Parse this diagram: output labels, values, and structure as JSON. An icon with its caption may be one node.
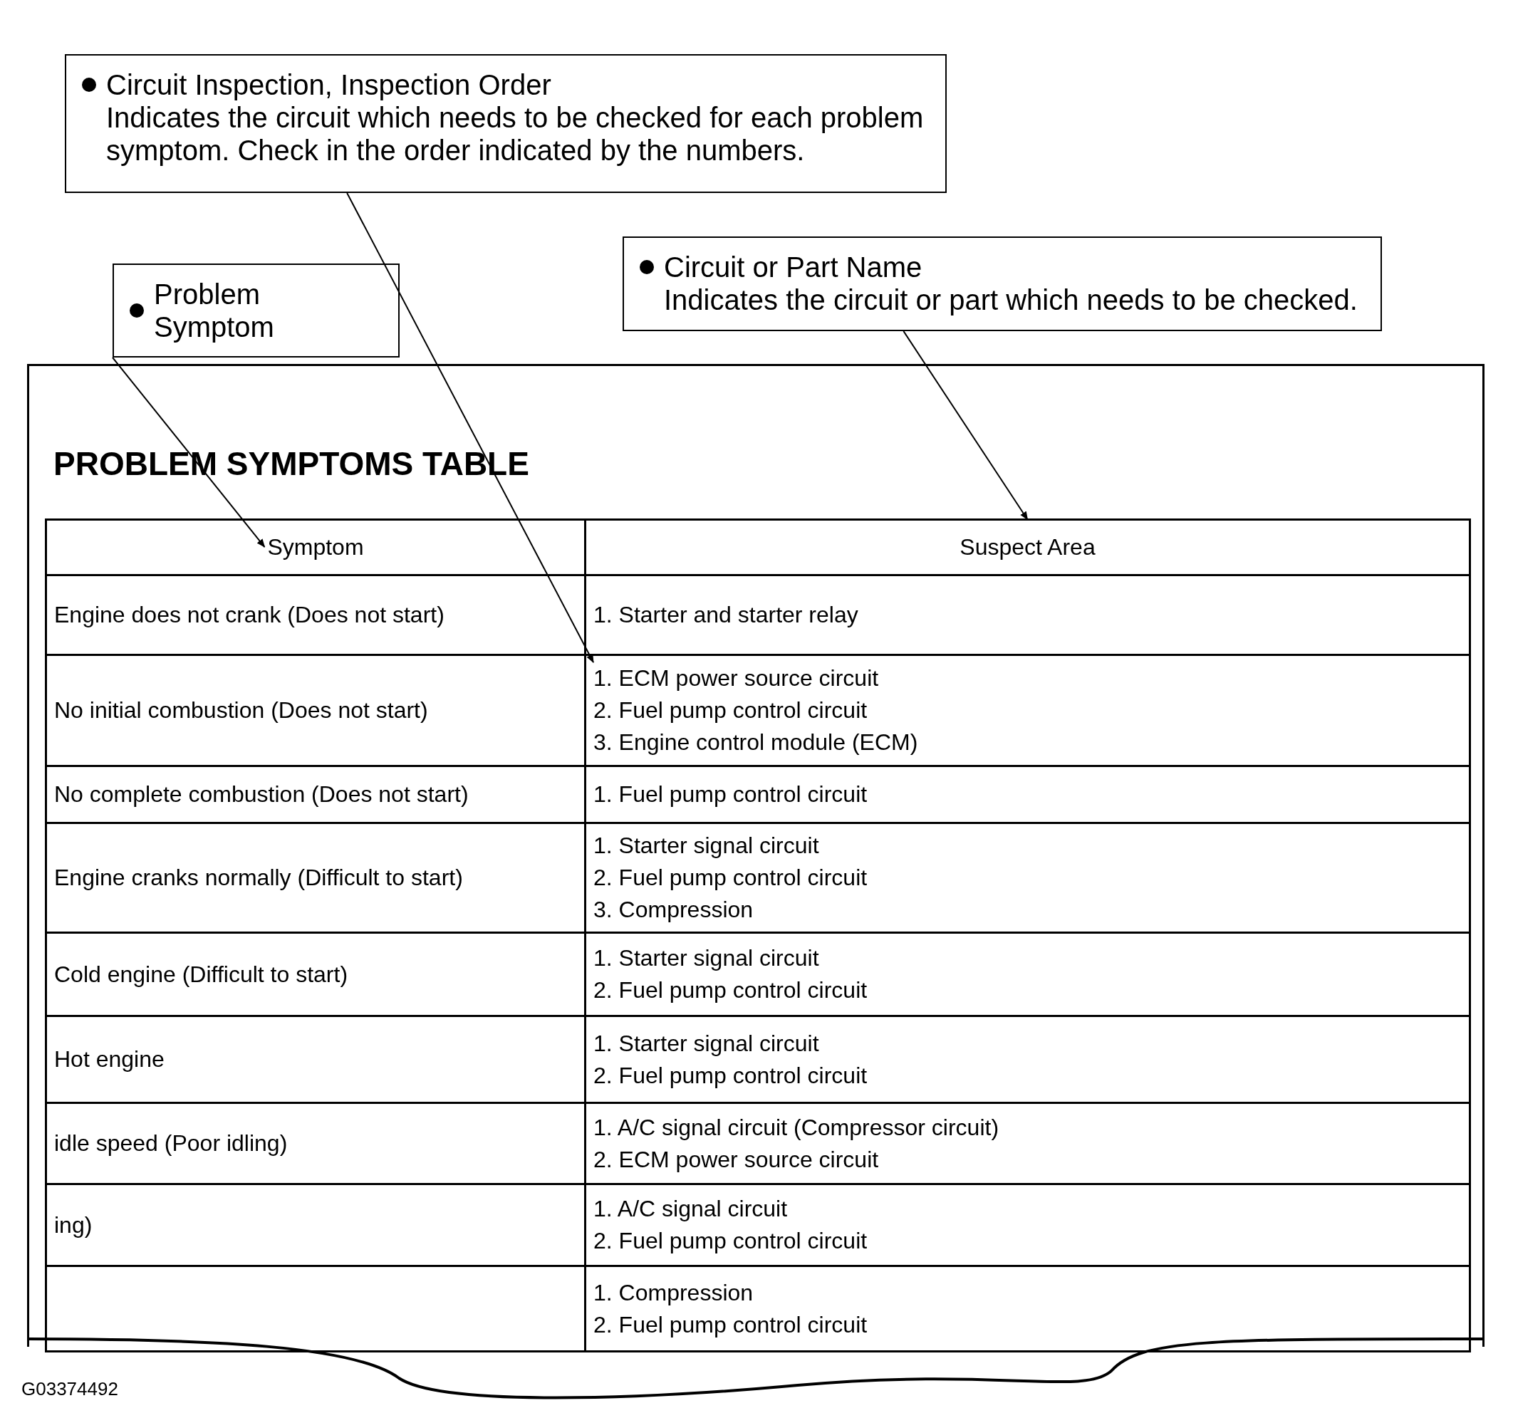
{
  "diagram": {
    "nodes": [
      {
        "text": [
          "Circuit Inspection, Inspection Order",
          "Indicates the circuit which needs to be checked for each problem symptom. Check in the order indicated by the numbers."
        ]
      },
      {
        "text": [
          "Problem Symptom"
        ]
      },
      {
        "text": [
          "Circuit or Part Name",
          "Indicates the circuit or part which needs to be checked."
        ]
      },
      {
        "text": [
          "PROBLEM SYMPTOMS TABLE"
        ]
      },
      {
        "text": [
          "Symptom"
        ],
        "in": 3
      },
      {
        "text": [
          "Suspect Area"
        ],
        "in": 3
      },
      {
        "text": [
          "1. ECM power source circuit"
        ],
        "in": 3
      }
    ],
    "edges": [
      {
        "from": 0,
        "to": 6,
        "arrow": "to"
      },
      {
        "from": 1,
        "to": 4,
        "arrow": "to"
      },
      {
        "from": 2,
        "to": 5,
        "arrow": "to"
      }
    ],
    "labels": [
      "Engine does not crank (Does not start)",
      "1. Starter and starter relay",
      "No initial combustion (Does not start)",
      "2. Fuel pump control circuit",
      "3. Engine control module (ECM)",
      "No complete combustion (Does not start)",
      "1. Fuel pump control circuit",
      "Engine cranks normally (Difficult to start)",
      "1. Starter signal circuit",
      "2. Fuel pump control circuit",
      "3. Compression",
      "Cold engine (Difficult to start)",
      "1. Starter signal circuit",
      "2. Fuel pump control circuit",
      "Hot engine",
      "1. Starter signal circuit",
      "2. Fuel pump control circuit",
      "idle speed (Poor idling)",
      "1. A/C signal circuit (Compressor circuit)",
      "2. ECM power source circuit",
      "ing)",
      "1. A/C signal circuit",
      "2. Fuel pump control circuit",
      "1. Compression",
      "2. Fuel pump control circuit",
      "G03374492"
    ]
  }
}
